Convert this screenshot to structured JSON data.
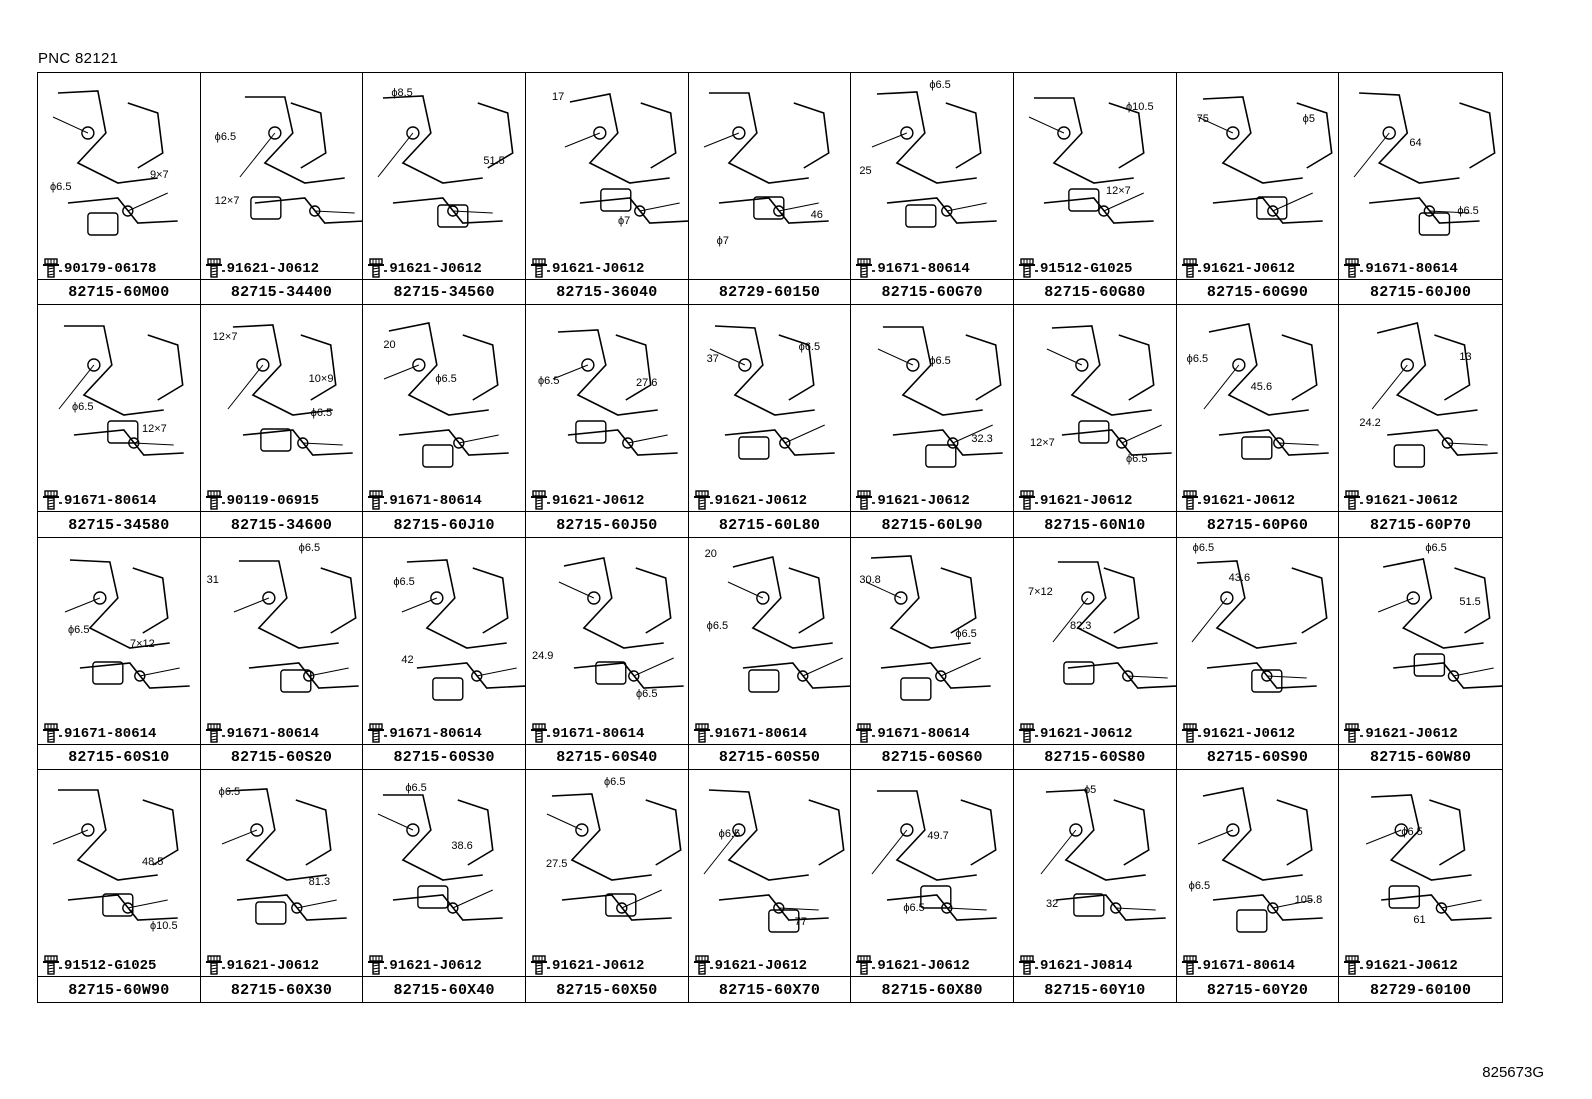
{
  "header": {
    "pnc": "PNC 82121"
  },
  "footer": {
    "code": "825673G"
  },
  "cells": [
    {
      "part": "82715-60M00",
      "bolt": "90179-06178",
      "dims": [
        "ϕ6.5",
        "9×7"
      ]
    },
    {
      "part": "82715-34400",
      "bolt": "91621-J0612",
      "dims": [
        "ϕ6.5",
        "12×7"
      ]
    },
    {
      "part": "82715-34560",
      "bolt": "91621-J0612",
      "dims": [
        "ϕ8.5",
        "51.5"
      ]
    },
    {
      "part": "82715-36040",
      "bolt": "91621-J0612",
      "dims": [
        "17",
        "ϕ7"
      ]
    },
    {
      "part": "82729-60150",
      "bolt": "",
      "dims": [
        "46",
        "ϕ7"
      ]
    },
    {
      "part": "82715-60G70",
      "bolt": "91671-80614",
      "dims": [
        "ϕ6.5",
        "25"
      ]
    },
    {
      "part": "82715-60G80",
      "bolt": "91512-G1025",
      "dims": [
        "ϕ10.5",
        "12×7"
      ]
    },
    {
      "part": "82715-60G90",
      "bolt": "91621-J0612",
      "dims": [
        "75",
        "ϕ5"
      ]
    },
    {
      "part": "82715-60J00",
      "bolt": "91671-80614",
      "dims": [
        "64",
        "ϕ6.5"
      ]
    },
    {
      "part": "82715-34580",
      "bolt": "91671-80614",
      "dims": [
        "ϕ6.5",
        "12×7"
      ]
    },
    {
      "part": "82715-34600",
      "bolt": "90119-06915",
      "dims": [
        "12×7",
        "10×9",
        "ϕ6.5"
      ]
    },
    {
      "part": "82715-60J10",
      "bolt": "91671-80614",
      "dims": [
        "20",
        "ϕ6.5"
      ]
    },
    {
      "part": "82715-60J50",
      "bolt": "91621-J0612",
      "dims": [
        "ϕ6.5",
        "27.6"
      ]
    },
    {
      "part": "82715-60L80",
      "bolt": "91621-J0612",
      "dims": [
        "37",
        "ϕ6.5"
      ]
    },
    {
      "part": "82715-60L90",
      "bolt": "91621-J0612",
      "dims": [
        "ϕ6.5",
        "32.3"
      ]
    },
    {
      "part": "82715-60N10",
      "bolt": "91621-J0612",
      "dims": [
        "12×7",
        "ϕ6.5"
      ]
    },
    {
      "part": "82715-60P60",
      "bolt": "91621-J0612",
      "dims": [
        "ϕ6.5",
        "45.6"
      ]
    },
    {
      "part": "82715-60P70",
      "bolt": "91621-J0612",
      "dims": [
        "13",
        "24.2"
      ]
    },
    {
      "part": "82715-60S10",
      "bolt": "91671-80614",
      "dims": [
        "ϕ6.5",
        "7×12"
      ]
    },
    {
      "part": "82715-60S20",
      "bolt": "91671-80614",
      "dims": [
        "31",
        "ϕ6.5"
      ]
    },
    {
      "part": "82715-60S30",
      "bolt": "91671-80614",
      "dims": [
        "ϕ6.5",
        "42"
      ]
    },
    {
      "part": "82715-60S40",
      "bolt": "91671-80614",
      "dims": [
        "24.9",
        "ϕ6.5"
      ]
    },
    {
      "part": "82715-60S50",
      "bolt": "91671-80614",
      "dims": [
        "20",
        "ϕ6.5"
      ]
    },
    {
      "part": "82715-60S60",
      "bolt": "91671-80614",
      "dims": [
        "30.8",
        "ϕ6.5"
      ]
    },
    {
      "part": "82715-60S80",
      "bolt": "91621-J0612",
      "dims": [
        "7×12",
        "82.3"
      ]
    },
    {
      "part": "82715-60S90",
      "bolt": "91621-J0612",
      "dims": [
        "ϕ6.5",
        "43.6"
      ]
    },
    {
      "part": "82715-60W80",
      "bolt": "91621-J0612",
      "dims": [
        "ϕ6.5",
        "51.5"
      ]
    },
    {
      "part": "82715-60W90",
      "bolt": "91512-G1025",
      "dims": [
        "48.5",
        "ϕ10.5"
      ]
    },
    {
      "part": "82715-60X30",
      "bolt": "91621-J0612",
      "dims": [
        "ϕ6.5",
        "81.3"
      ]
    },
    {
      "part": "82715-60X40",
      "bolt": "91621-J0612",
      "dims": [
        "ϕ6.5",
        "38.6"
      ]
    },
    {
      "part": "82715-60X50",
      "bolt": "91621-J0612",
      "dims": [
        "ϕ6.5",
        "27.5"
      ]
    },
    {
      "part": "82715-60X70",
      "bolt": "91621-J0612",
      "dims": [
        "ϕ6.5",
        "77"
      ]
    },
    {
      "part": "82715-60X80",
      "bolt": "91621-J0612",
      "dims": [
        "49.7",
        "ϕ6.5"
      ]
    },
    {
      "part": "82715-60Y10",
      "bolt": "91621-J0814",
      "dims": [
        "ϕ5",
        "32"
      ]
    },
    {
      "part": "82715-60Y20",
      "bolt": "91671-80614",
      "dims": [
        "ϕ6.5",
        "105.8"
      ]
    },
    {
      "part": "82729-60100",
      "bolt": "91621-J0612",
      "dims": [
        "ϕ6.5",
        "61"
      ]
    }
  ]
}
